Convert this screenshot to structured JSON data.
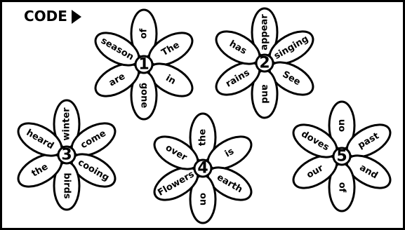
{
  "code": {
    "label": "CODE"
  },
  "flowers": [
    {
      "number": "1",
      "words": [
        "of",
        "The",
        "in",
        "gone",
        "are",
        "season"
      ]
    },
    {
      "number": "2",
      "words": [
        "appear",
        "singing",
        "See",
        "and",
        "rains",
        "has"
      ]
    },
    {
      "number": "3",
      "words": [
        "winter",
        "come",
        "cooing",
        "birds",
        "the",
        "heard"
      ]
    },
    {
      "number": "4",
      "words": [
        "the",
        "is",
        "earth",
        "on",
        "Flowers",
        "over"
      ]
    },
    {
      "number": "5",
      "words": [
        "on",
        "past",
        "and",
        "of",
        "our",
        "doves"
      ]
    }
  ]
}
